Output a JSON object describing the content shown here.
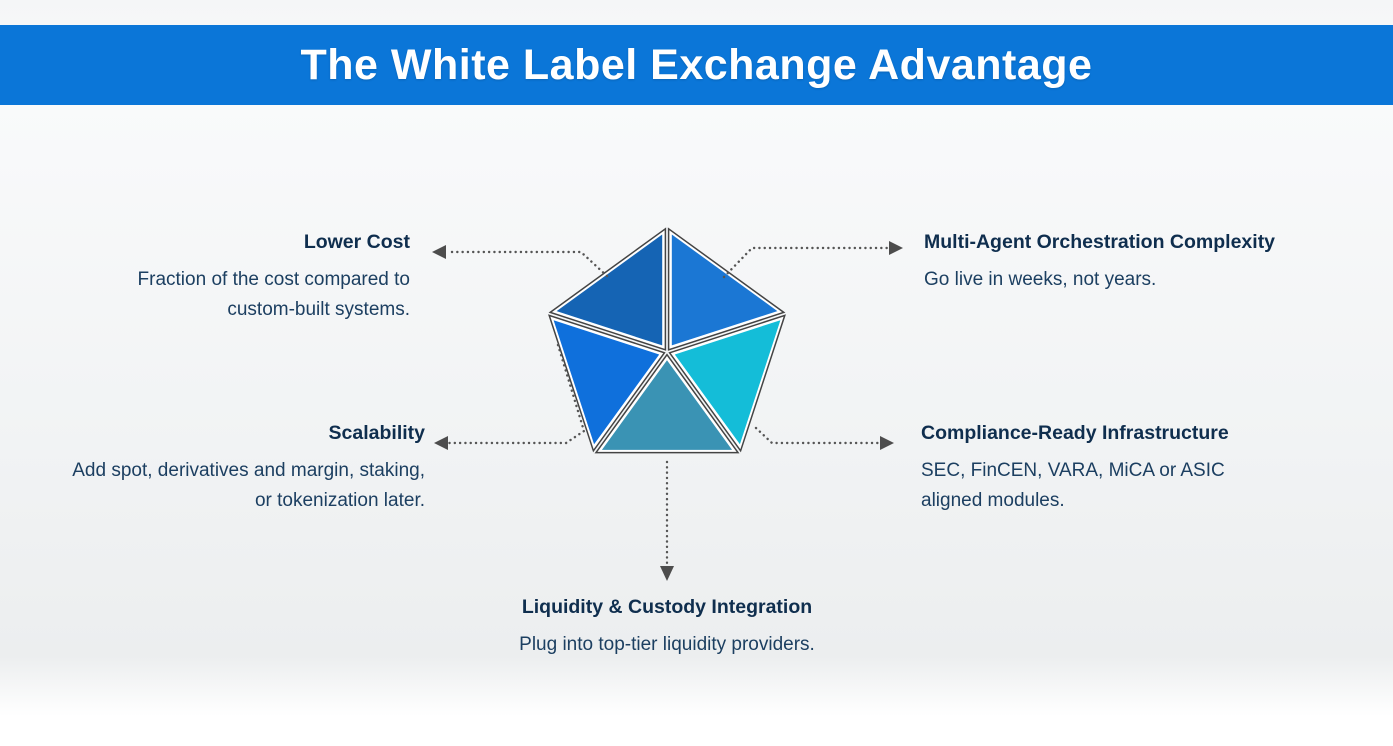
{
  "header": {
    "title": "The White Label Exchange Advantage"
  },
  "pentagon": {
    "segments": [
      {
        "name": "top-left",
        "color": "#1564b4"
      },
      {
        "name": "top-right",
        "color": "#1b77d4"
      },
      {
        "name": "right",
        "color": "#14bdd8"
      },
      {
        "name": "bottom",
        "color": "#3a93b4"
      },
      {
        "name": "left",
        "color": "#0f70dc"
      }
    ]
  },
  "callouts": [
    {
      "id": "lower-cost",
      "title": "Lower Cost",
      "description": "Fraction of the cost compared to custom-built systems."
    },
    {
      "id": "multi-agent-orchestration-complexity",
      "title": "Multi-Agent Orchestration Complexity",
      "description": "Go live in weeks, not years."
    },
    {
      "id": "scalability",
      "title": "Scalability",
      "description": "Add spot, derivatives and margin, staking, or tokenization later."
    },
    {
      "id": "compliance-ready-infrastructure",
      "title": "Compliance-Ready Infrastructure",
      "description": "SEC, FinCEN, VARA, MiCA or ASIC aligned modules."
    },
    {
      "id": "liquidity-custody-integration",
      "title": "Liquidity & Custody Integration",
      "description": "Plug into top-tier liquidity providers."
    }
  ],
  "colors": {
    "header_bg": "#0b76d8",
    "header_text": "#ffffff",
    "heading_text": "#0f2e4e",
    "body_text": "#1c3f61",
    "connector": "#555555",
    "arrowhead": "#4d4d4d",
    "segment_outline": "#444444"
  }
}
